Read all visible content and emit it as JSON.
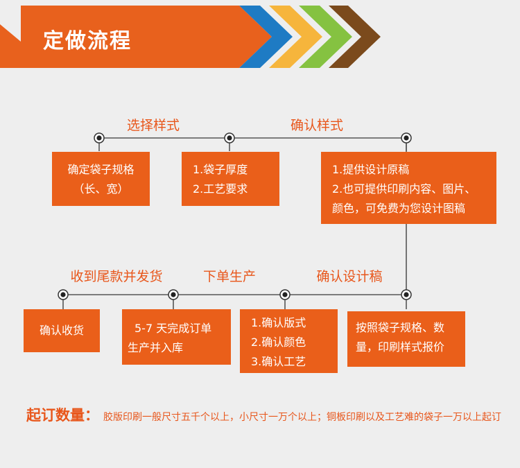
{
  "header": {
    "title": "定做流程",
    "colors": {
      "banner": "#e8611d",
      "arrow_blue": "#1e7bc4",
      "arrow_yellow": "#f6b53c",
      "arrow_green": "#85c241",
      "arrow_brown": "#7b4a1c"
    }
  },
  "flow": {
    "top_labels": [
      "选择样式",
      "确认样式"
    ],
    "bottom_labels": [
      "收到尾款并发货",
      "下单生产",
      "确认设计稿"
    ],
    "top_boxes": [
      {
        "lines": [
          "确定袋子规格",
          "（长、宽）"
        ]
      },
      {
        "lines": [
          "1.袋子厚度",
          "2.工艺要求"
        ]
      },
      {
        "lines": [
          "1.提供设计原稿",
          "2.也可提供印刷内容、图片、",
          "颜色，可免费为您设计图稿"
        ]
      }
    ],
    "bottom_boxes": [
      {
        "lines": [
          "确认收货"
        ]
      },
      {
        "lines": [
          "5-7 天完成订单",
          "生产并入库"
        ]
      },
      {
        "lines": [
          "1.确认版式",
          "2.确认颜色",
          "3.确认工艺"
        ]
      },
      {
        "lines": [
          "按照袋子规格、数",
          "量，印刷样式报价"
        ]
      }
    ],
    "colors": {
      "accent": "#ea5f1a",
      "line": "#555555"
    }
  },
  "footer": {
    "title": "起订数量：",
    "text": "胶版印刷一般尺寸五千个以上，小尺寸一万个以上；铜板印刷以及工艺难的袋子一万以上起订"
  }
}
